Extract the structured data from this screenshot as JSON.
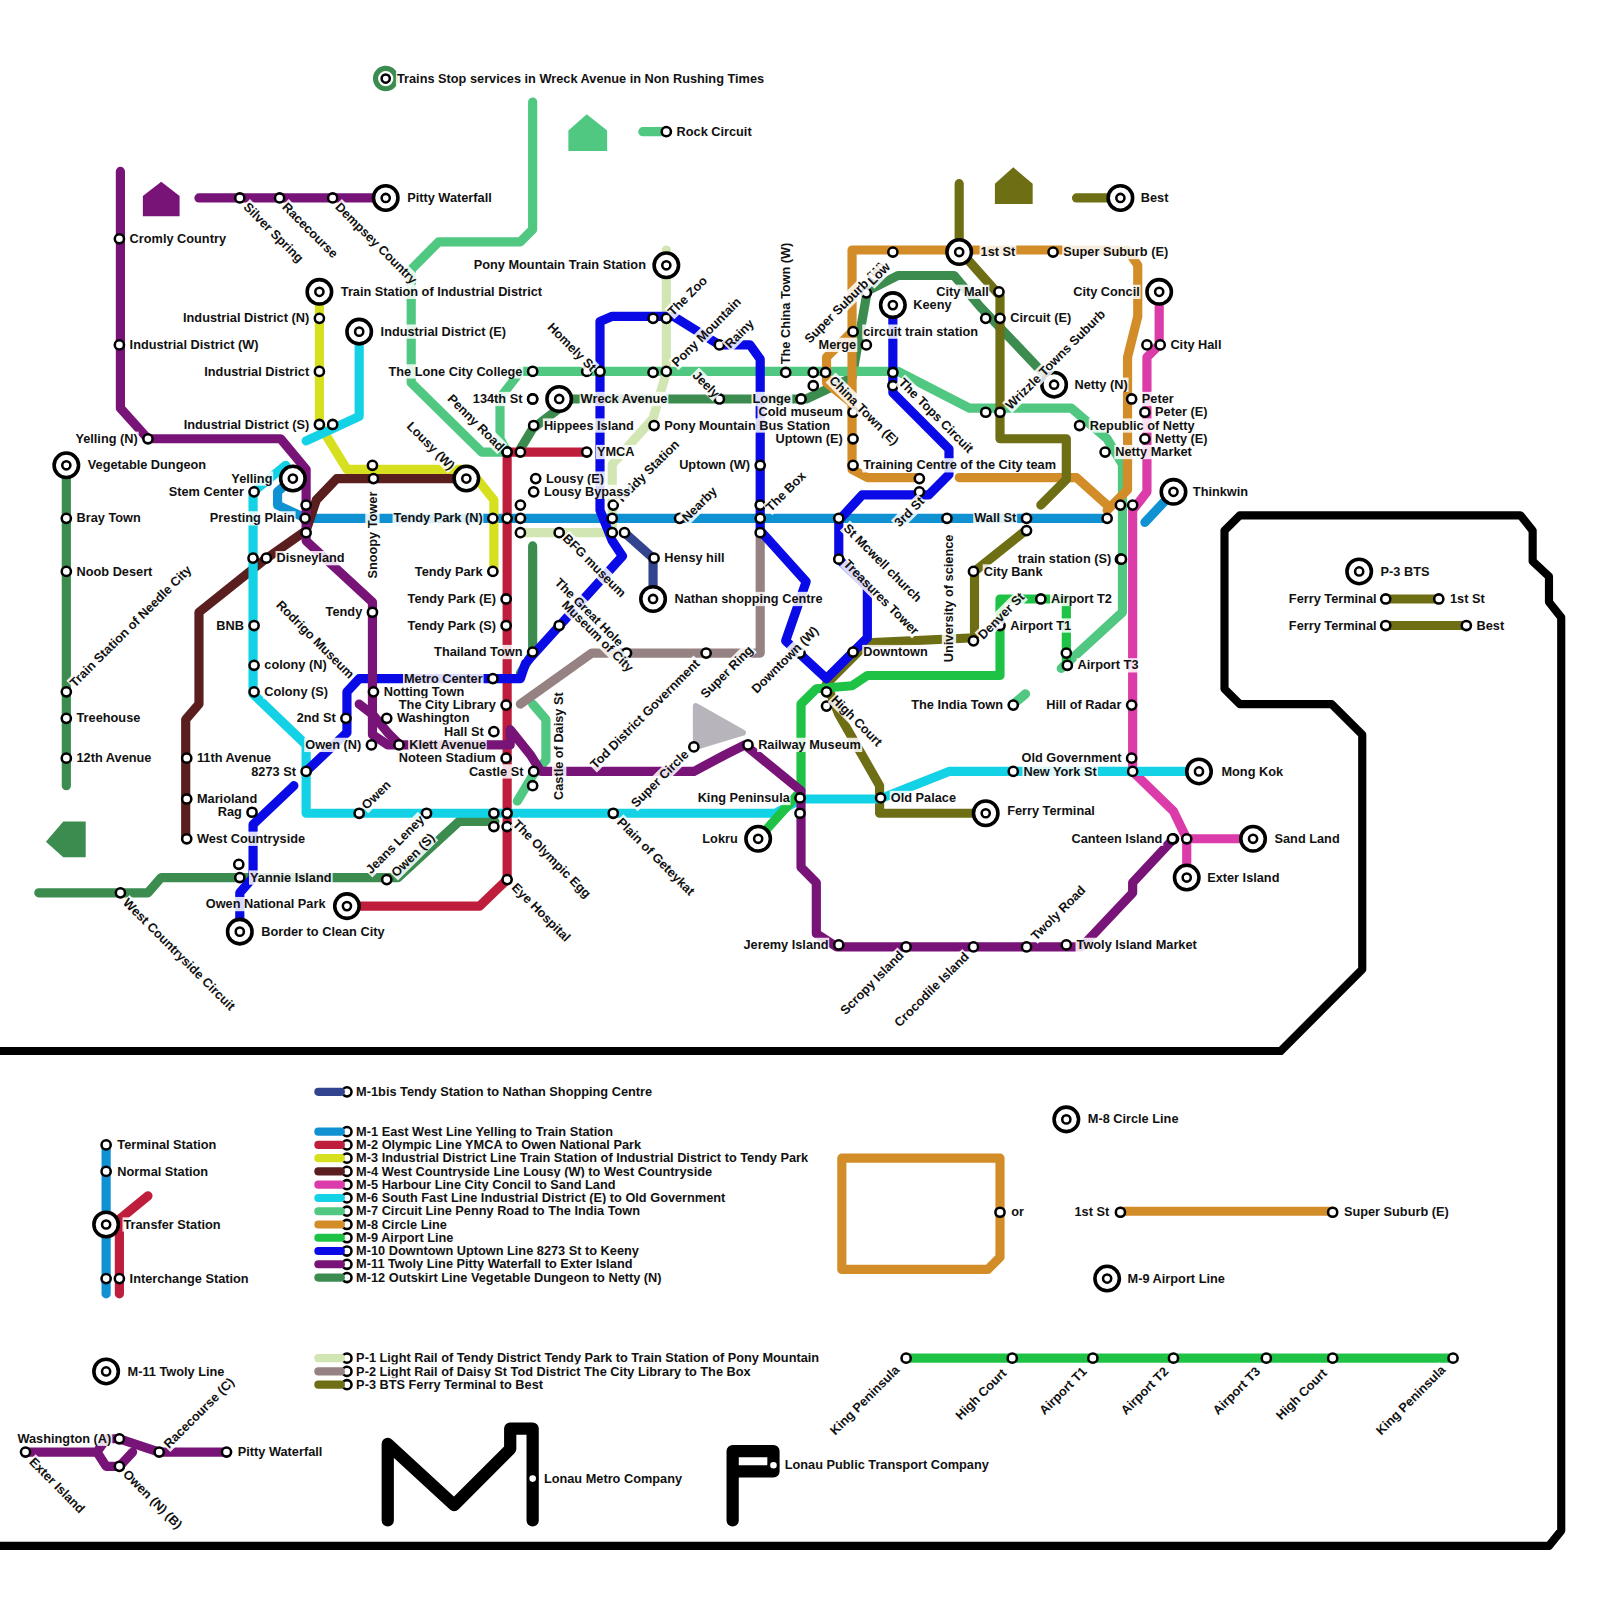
{
  "diagram": {
    "labels": [
      "Trains Stop services in Wreck Avenue in Non Rushing Times",
      "Rock Circuit",
      "Pitty Waterfall",
      "Silver Spring",
      "Racecourse",
      "Dempsey Country",
      "Cromly Country",
      "Train Station of Industrial District",
      "Industrial District (N)",
      "Industrial District (E)",
      "Industrial District (W)",
      "Industrial District",
      "Industrial District (S)",
      "Yelling (N)",
      "Vegetable Dungeon",
      "Yelling",
      "Stem Center",
      "Presting Plain",
      "Bray Town",
      "Disneyland",
      "Noob Desert",
      "Train Station of Needle City",
      "BNB",
      "Rodrigo Museum",
      "colony (N)",
      "Colony (S)",
      "Treehouse",
      "12th Avenue",
      "11th Avenue",
      "Marioland",
      "Rag",
      "West Countryside",
      "Yannie Island",
      "Owen National Park",
      "Border to Clean City",
      "West Countryside Circuit",
      "Snoopy Tower",
      "Tendy",
      "Metro Center",
      "Notting Town",
      "2nd St",
      "Washington",
      "The City Library",
      "Hall St",
      "Owen (N)",
      "Klett Avenue",
      "Noteen Stadium",
      "8273 St",
      "Castle St",
      "Owen",
      "Jeans Leney",
      "Owen (S)",
      "The Olympic Egg",
      "Eye Hospital",
      "Plain of Geteykat",
      "Castle of Daisy St",
      "Super Circle",
      "Tod District Government",
      "Super Ring",
      "Downtown (W)",
      "Railway Museum",
      "King Peninsula",
      "Lokru",
      "Old Palace",
      "Ferry Terminal",
      "Jeremy Island",
      "Scropy Island",
      "Crocodile Island",
      "Twoly Road",
      "Twoly Island Market",
      "Canteen Island",
      "Sand Land",
      "Exter Island",
      "Mong Kok",
      "Old Government",
      "New York St",
      "Hill of Radar",
      "Airport T3",
      "The India Town",
      "Airport T2",
      "Airport T1",
      "Denver St",
      "City Bank",
      "train station (S)",
      "University of science",
      "Wall St",
      "Thinkwin",
      "Netty Market",
      "Netty (E)",
      "Republic of Netty",
      "Peter (E)",
      "Peter",
      "Netty (N)",
      "City Hall",
      "City Concil",
      "Wrizzle Towns Suburb",
      "Circuit (E)",
      "City Mall",
      "1st St",
      "Super Suburb (E)",
      "Best",
      "Keeny",
      "circuit train station",
      "Merge",
      "Super Suburb (W)",
      "Low",
      "The China Town (W)",
      "Longe",
      "Cold museum",
      "Uptown (E)",
      "China Town (E)",
      "The Tops Circuit",
      "Training Centre of the City team",
      "3rd St",
      "Uptown (W)",
      "The Box",
      "St Mcwell church",
      "Treasures Tower",
      "Downtown",
      "High Court",
      "Nearby",
      "Hensy hill",
      "Nathan shopping Centre",
      "Teddy Station",
      "Pony Mountain Bus Station",
      "Jeely",
      "Rainy",
      "Pony Mountain",
      "The Zoo",
      "Pony Mountain Train Station",
      "Homely St",
      "The Lone City College",
      "134th St",
      "Wreck Avenue",
      "Hippees Island",
      "YMCA",
      "Penny Road",
      "Lousy (W)",
      "Lousy (E)",
      "Lousy Bypass",
      "Tendy Park (N)",
      "BFG museum",
      "The Great Hole",
      "Museum of City",
      "Tendy Park",
      "Tendy Park (E)",
      "Tendy Park (S)",
      "Thailand Town",
      "M-8 Circle Line",
      "or",
      "1st St",
      "Super Suburb (E)",
      "M-9 Airport Line",
      "King Peninsula",
      "High Court",
      "Airport T1",
      "Airport T2",
      "Airport T3",
      "High Court",
      "King Peninsula",
      "M-11 Twoly Line",
      "Washington (A)",
      "Racecourse (C)",
      "Pitty Waterfall",
      "Exter Island",
      "Owen (N) (B)",
      "Lonau Metro Company",
      "Lonau Public Transport Company",
      "P-3 BTS",
      "Ferry Terminal",
      "1st St",
      "Ferry Terminal",
      "Best"
    ],
    "legend": [
      {
        "text": "Terminal Station"
      },
      {
        "text": "Normal Station"
      },
      {
        "text": "Transfer Station"
      },
      {
        "text": "Interchange Station"
      },
      {
        "text": "M-1bis  Tendy Station to Nathan Shopping Centre",
        "color": "#33448f"
      },
      {
        "text": "M-1 East West Line  Yelling to Train Station",
        "color": "#0f91d2"
      },
      {
        "text": "M-2 Olympic Line  YMCA to Owen National Park",
        "color": "#be1e3c"
      },
      {
        "text": "M-3 Industrial District Line  Train Station of Industrial District to Tendy Park",
        "color": "#d7e01e"
      },
      {
        "text": "M-4 West Countryside Line  Lousy (W) to West Countryside",
        "color": "#5a1e1e"
      },
      {
        "text": "M-5 Harbour Line  City Concil to Sand Land",
        "color": "#dc3caa"
      },
      {
        "text": "M-6 South Fast Line  Industrial District (E) to Old Government",
        "color": "#14d2e6"
      },
      {
        "text": "M-7 Circuit Line  Penny Road to The India Town",
        "color": "#50c882"
      },
      {
        "text": "M-8 Circle Line",
        "color": "#d28c28"
      },
      {
        "text": "M-9 Airport Line",
        "color": "#1ec346"
      },
      {
        "text": "M-10 Downtown  Uptown Line  8273 St to Keeny",
        "color": "#0a0ae6"
      },
      {
        "text": "M-11 Twoly Line  Pitty Waterfall to Exter Island",
        "color": "#781478"
      },
      {
        "text": "M-12 Outskirt Line Vegetable Dungeon  to Netty (N)",
        "color": "#3c8c50"
      },
      {
        "text": "P-1 Light Rail of Tendy District  Tendy Park to Train Station of Pony Mountain",
        "color": "#d2e6b4"
      },
      {
        "text": "P-2 Light Rail of Daisy St  Tod District  The City Library to The Box",
        "color": "#968282"
      },
      {
        "text": "P-3 BTS  Ferry Terminal to Best",
        "color": "#6e6e14"
      }
    ]
  }
}
